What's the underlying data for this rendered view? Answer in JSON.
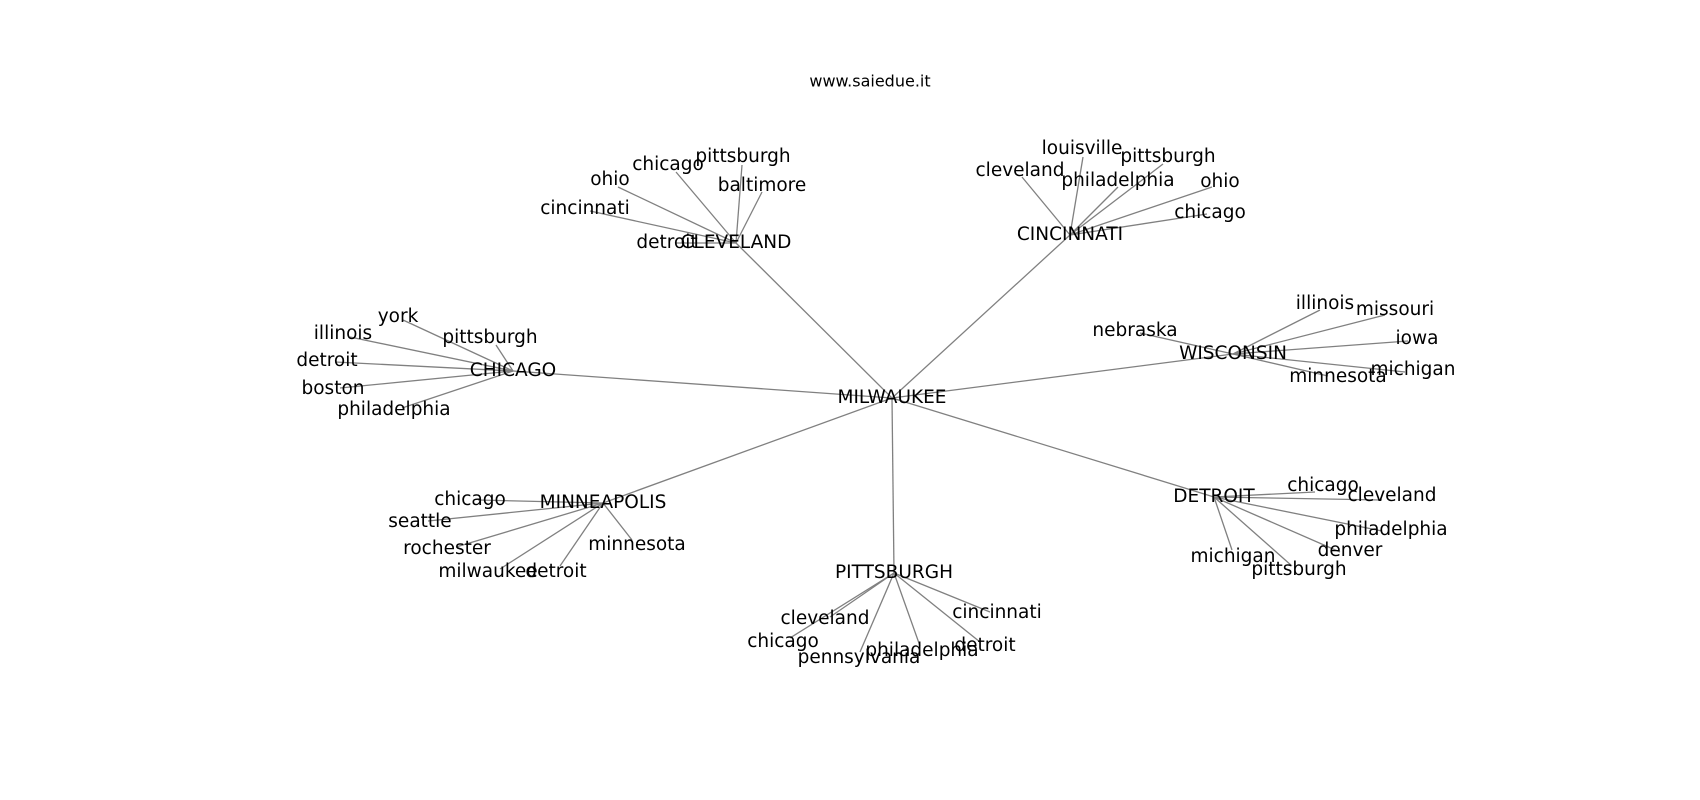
{
  "header": {
    "site": "www.saiedue.it"
  },
  "graph": {
    "center": "MILWAUKEE",
    "hubs": [
      {
        "id": "cleveland",
        "label": "CLEVELAND",
        "leaves": [
          "ohio",
          "chicago",
          "pittsburgh",
          "baltimore",
          "cincinnati",
          "detroit"
        ]
      },
      {
        "id": "cincinnati",
        "label": "CINCINNATI",
        "leaves": [
          "louisville",
          "cleveland",
          "pittsburgh",
          "philadelphia",
          "ohio",
          "chicago"
        ]
      },
      {
        "id": "chicago",
        "label": "CHICAGO",
        "leaves": [
          "york",
          "illinois",
          "pittsburgh",
          "detroit",
          "boston",
          "philadelphia"
        ]
      },
      {
        "id": "wisconsin",
        "label": "WISCONSIN",
        "leaves": [
          "nebraska",
          "illinois",
          "missouri",
          "iowa",
          "minnesota",
          "michigan"
        ]
      },
      {
        "id": "minneapolis",
        "label": "MINNEAPOLIS",
        "leaves": [
          "chicago",
          "seattle",
          "rochester",
          "milwaukee",
          "detroit",
          "minnesota"
        ]
      },
      {
        "id": "pittsburgh",
        "label": "PITTSBURGH",
        "leaves": [
          "cleveland",
          "chicago",
          "pennsylvania",
          "philadelphia",
          "detroit",
          "cincinnati"
        ]
      },
      {
        "id": "detroit",
        "label": "DETROIT",
        "leaves": [
          "chicago",
          "cleveland",
          "philadelphia",
          "denver",
          "michigan",
          "pittsburgh"
        ]
      }
    ]
  }
}
